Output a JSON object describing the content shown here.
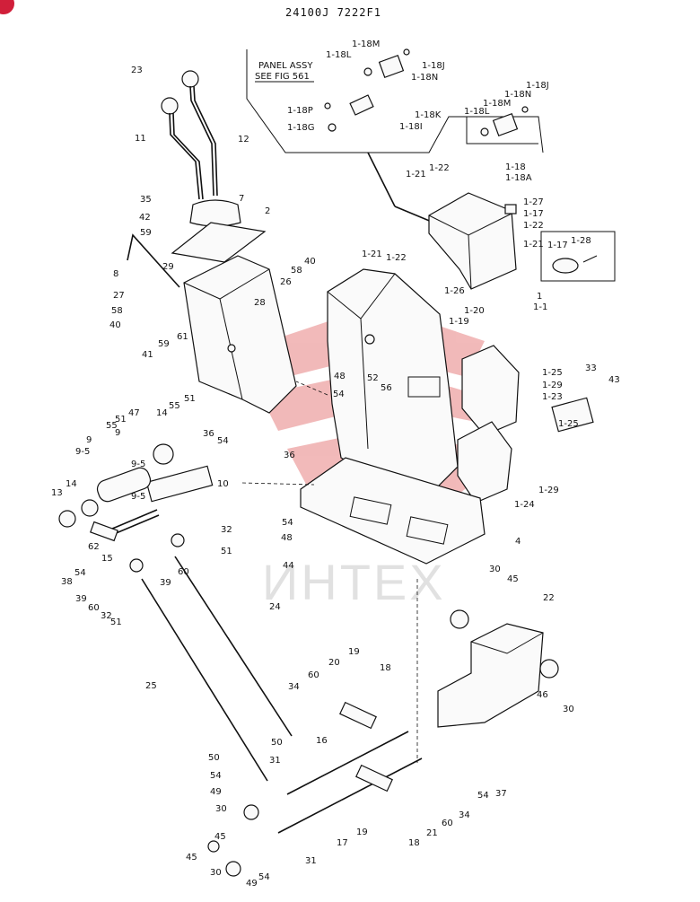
{
  "header": {
    "code": "24100J 7222F1"
  },
  "watermark": {
    "text": "ИНТЕХ",
    "logo_color": "#d93a3a",
    "logo_icon": "red-emblem-icon"
  },
  "corner_badge": {
    "color": "#d11f3a"
  },
  "panel_note": {
    "line1": "PANEL ASSY",
    "line2": "SEE FIG 561"
  },
  "callouts": [
    {
      "id": "c1",
      "text": "1-18M"
    },
    {
      "id": "c2",
      "text": "1-18L"
    },
    {
      "id": "c3",
      "text": "1-18J"
    },
    {
      "id": "c4",
      "text": "1-18N"
    },
    {
      "id": "c5",
      "text": "1-18P"
    },
    {
      "id": "c6",
      "text": "1-18G"
    },
    {
      "id": "c7",
      "text": "1-18K"
    },
    {
      "id": "c8",
      "text": "1-18I"
    },
    {
      "id": "c9",
      "text": "1-18J"
    },
    {
      "id": "c10",
      "text": "1-18N"
    },
    {
      "id": "c11",
      "text": "1-18M"
    },
    {
      "id": "c12",
      "text": "1-18L"
    },
    {
      "id": "c13",
      "text": "1-22"
    },
    {
      "id": "c14",
      "text": "1-21"
    },
    {
      "id": "c15",
      "text": "1-18"
    },
    {
      "id": "c16",
      "text": "1-18A"
    },
    {
      "id": "c17",
      "text": "1-27"
    },
    {
      "id": "c18",
      "text": "1-17"
    },
    {
      "id": "c19",
      "text": "1-22"
    },
    {
      "id": "c20",
      "text": "1-21"
    },
    {
      "id": "c21",
      "text": "1-17"
    },
    {
      "id": "c22",
      "text": "1-28"
    },
    {
      "id": "c23",
      "text": "1-21"
    },
    {
      "id": "c24",
      "text": "1-22"
    },
    {
      "id": "c25",
      "text": "1-26"
    },
    {
      "id": "c26",
      "text": "1-20"
    },
    {
      "id": "c27",
      "text": "1-19"
    },
    {
      "id": "c28",
      "text": "1"
    },
    {
      "id": "c29",
      "text": "1-1"
    },
    {
      "id": "c30",
      "text": "1-25"
    },
    {
      "id": "c31",
      "text": "1-29"
    },
    {
      "id": "c32",
      "text": "1-23"
    },
    {
      "id": "c33",
      "text": "33"
    },
    {
      "id": "c34",
      "text": "43"
    },
    {
      "id": "c35",
      "text": "1-25"
    },
    {
      "id": "c36",
      "text": "1-29"
    },
    {
      "id": "c37",
      "text": "1-24"
    },
    {
      "id": "c38",
      "text": "23"
    },
    {
      "id": "c39",
      "text": "11"
    },
    {
      "id": "c40",
      "text": "12"
    },
    {
      "id": "c41",
      "text": "35"
    },
    {
      "id": "c42",
      "text": "59"
    },
    {
      "id": "c43",
      "text": "42"
    },
    {
      "id": "c44",
      "text": "7"
    },
    {
      "id": "c45",
      "text": "2"
    },
    {
      "id": "c46",
      "text": "8"
    },
    {
      "id": "c47",
      "text": "29"
    },
    {
      "id": "c48",
      "text": "40"
    },
    {
      "id": "c49",
      "text": "58"
    },
    {
      "id": "c50",
      "text": "26"
    },
    {
      "id": "c51",
      "text": "28"
    },
    {
      "id": "c52",
      "text": "27"
    },
    {
      "id": "c53",
      "text": "58"
    },
    {
      "id": "c54",
      "text": "40"
    },
    {
      "id": "c55",
      "text": "59"
    },
    {
      "id": "c56",
      "text": "61"
    },
    {
      "id": "c57",
      "text": "41"
    },
    {
      "id": "c58",
      "text": "48"
    },
    {
      "id": "c59",
      "text": "54"
    },
    {
      "id": "c60",
      "text": "52"
    },
    {
      "id": "c61",
      "text": "56"
    },
    {
      "id": "c62",
      "text": "51"
    },
    {
      "id": "c63",
      "text": "55"
    },
    {
      "id": "c64",
      "text": "14"
    },
    {
      "id": "c65",
      "text": "47"
    },
    {
      "id": "c66",
      "text": "55"
    },
    {
      "id": "c67",
      "text": "51"
    },
    {
      "id": "c68",
      "text": "9"
    },
    {
      "id": "c69",
      "text": "36"
    },
    {
      "id": "c70",
      "text": "54"
    },
    {
      "id": "c71",
      "text": "9-5"
    },
    {
      "id": "c72",
      "text": "9"
    },
    {
      "id": "c73",
      "text": "9-5"
    },
    {
      "id": "c74",
      "text": "14"
    },
    {
      "id": "c75",
      "text": "13"
    },
    {
      "id": "c76",
      "text": "9-5"
    },
    {
      "id": "c77",
      "text": "10"
    },
    {
      "id": "c78",
      "text": "36"
    },
    {
      "id": "c79",
      "text": "54"
    },
    {
      "id": "c80",
      "text": "48"
    },
    {
      "id": "c81",
      "text": "4"
    },
    {
      "id": "c82",
      "text": "44"
    },
    {
      "id": "c83",
      "text": "62"
    },
    {
      "id": "c84",
      "text": "15"
    },
    {
      "id": "c85",
      "text": "38"
    },
    {
      "id": "c86",
      "text": "54"
    },
    {
      "id": "c87",
      "text": "32"
    },
    {
      "id": "c88",
      "text": "51"
    },
    {
      "id": "c89",
      "text": "60"
    },
    {
      "id": "c90",
      "text": "39"
    },
    {
      "id": "c91",
      "text": "39"
    },
    {
      "id": "c92",
      "text": "60"
    },
    {
      "id": "c93",
      "text": "32"
    },
    {
      "id": "c94",
      "text": "51"
    },
    {
      "id": "c95",
      "text": "24"
    },
    {
      "id": "c96",
      "text": "25"
    },
    {
      "id": "c97",
      "text": "30"
    },
    {
      "id": "c98",
      "text": "45"
    },
    {
      "id": "c99",
      "text": "22"
    },
    {
      "id": "c100",
      "text": "46"
    },
    {
      "id": "c101",
      "text": "30"
    },
    {
      "id": "c102",
      "text": "19"
    },
    {
      "id": "c103",
      "text": "20"
    },
    {
      "id": "c104",
      "text": "18"
    },
    {
      "id": "c105",
      "text": "34"
    },
    {
      "id": "c106",
      "text": "60"
    },
    {
      "id": "c107",
      "text": "50"
    },
    {
      "id": "c108",
      "text": "16"
    },
    {
      "id": "c109",
      "text": "31"
    },
    {
      "id": "c110",
      "text": "50"
    },
    {
      "id": "c111",
      "text": "54"
    },
    {
      "id": "c112",
      "text": "49"
    },
    {
      "id": "c113",
      "text": "30"
    },
    {
      "id": "c114",
      "text": "45"
    },
    {
      "id": "c115",
      "text": "45"
    },
    {
      "id": "c116",
      "text": "30"
    },
    {
      "id": "c117",
      "text": "49"
    },
    {
      "id": "c118",
      "text": "54"
    },
    {
      "id": "c119",
      "text": "31"
    },
    {
      "id": "c120",
      "text": "17"
    },
    {
      "id": "c121",
      "text": "19"
    },
    {
      "id": "c122",
      "text": "18"
    },
    {
      "id": "c123",
      "text": "21"
    },
    {
      "id": "c124",
      "text": "60"
    },
    {
      "id": "c125",
      "text": "34"
    },
    {
      "id": "c126",
      "text": "54"
    },
    {
      "id": "c127",
      "text": "37"
    }
  ]
}
